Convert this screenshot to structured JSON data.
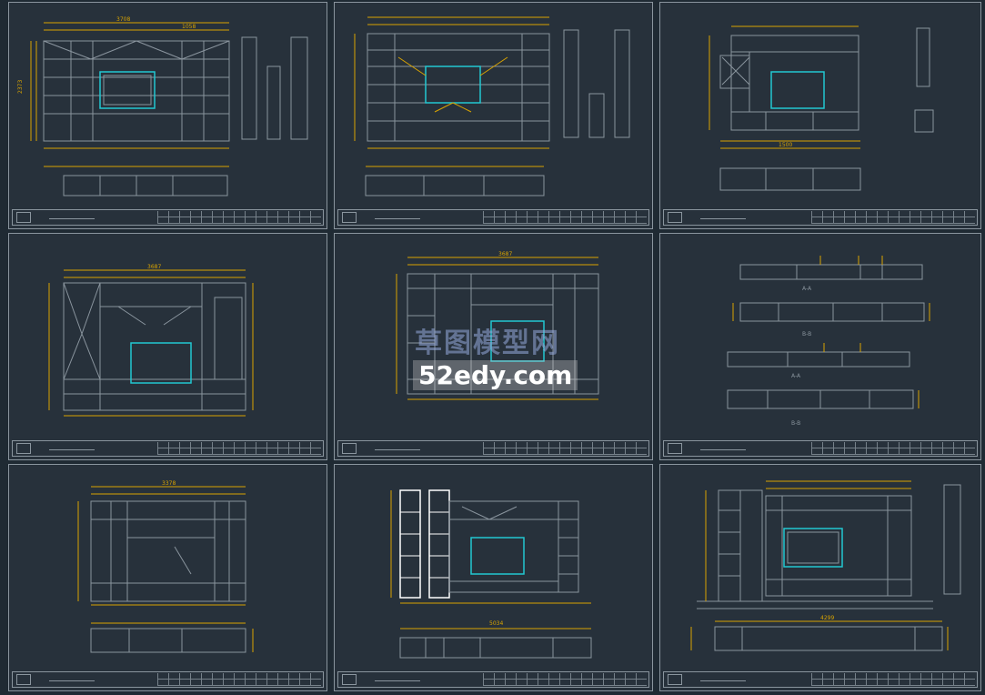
{
  "colors": {
    "background": "#1f2a33",
    "sheet": "#27313b",
    "linework": "#8a959e",
    "dimension": "#d9a400",
    "screen": "#22c7d1",
    "text_white": "#ffffff"
  },
  "watermark": {
    "cn": "草图模型网",
    "en": "52edy.com"
  },
  "labels": {
    "s1_dim_a": "3708",
    "s1_dim_b": "1058",
    "s1_dim_c": "2373",
    "s3_dim_a": "1500",
    "s4_dim_a": "3687",
    "s5_dim_a": "3687",
    "s6_a": "A-A",
    "s6_b": "B-B",
    "s7_dim_a": "3378",
    "s8_dim_a": "5034",
    "s9_dim_a": "4299"
  }
}
